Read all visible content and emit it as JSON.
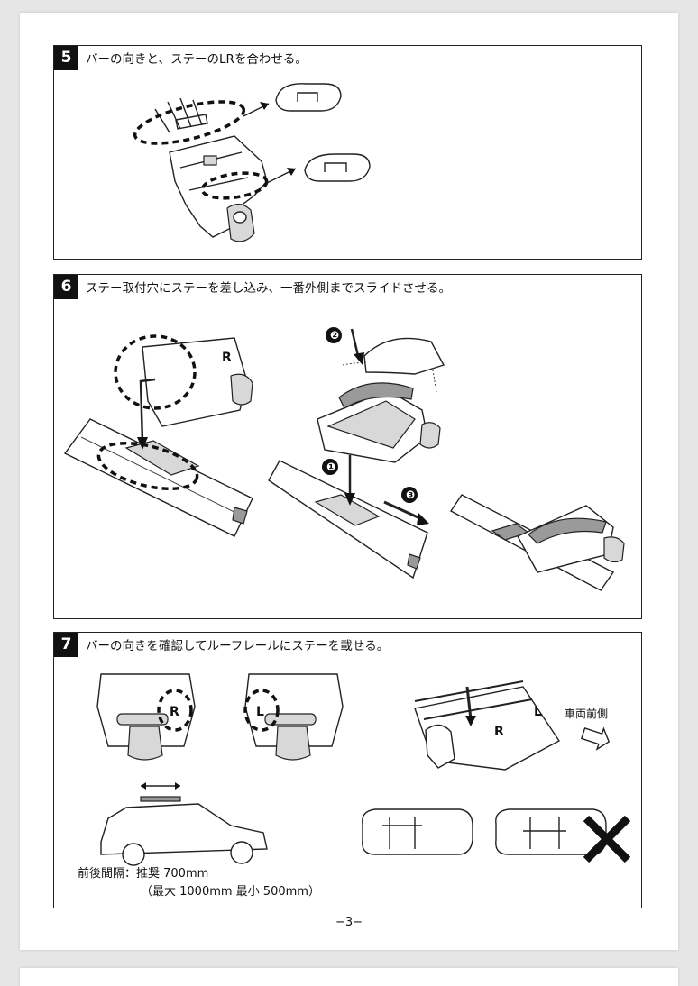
{
  "steps": [
    {
      "number": "5",
      "instruction": "バーの向きと、ステーのLRを合わせる。"
    },
    {
      "number": "6",
      "instruction": "ステー取付穴にステーを差し込み、一番外側までスライドさせる。",
      "markers": [
        "❷",
        "❶",
        "❸"
      ]
    },
    {
      "number": "7",
      "instruction": "バーの向きを確認してルーフレールにステーを載せる。",
      "labels": {
        "right": "R",
        "left": "L",
        "front_label": "車両前側"
      },
      "spacing": {
        "line1": "前後間隔：推奨 700mm",
        "line2": "（最大 1000mm 最小 500mm）"
      }
    }
  ],
  "page_number": "−3−",
  "icons": [
    "arrow-right-icon",
    "cross-icon"
  ]
}
